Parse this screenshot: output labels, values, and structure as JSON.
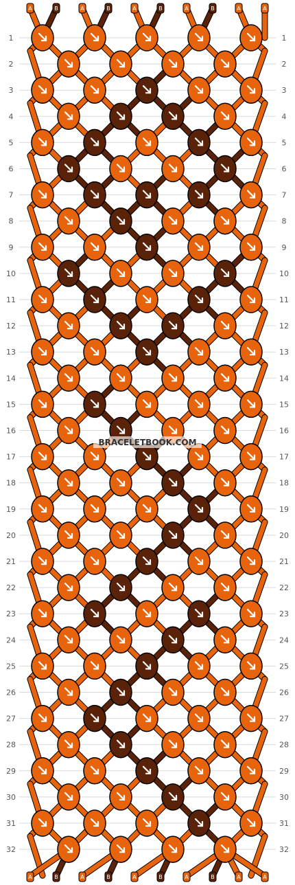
{
  "watermark": "BRACELETBOOK.COM",
  "strand_labels": [
    "A",
    "B",
    "A",
    "B",
    "A",
    "B",
    "A",
    "B",
    "A",
    "A"
  ],
  "colors": {
    "A": "#e8640c",
    "B": "#5a2208",
    "outline": "#000000",
    "background": "#ffffff"
  },
  "knot_icon": "arrow-knot-icon",
  "row_numbers": [
    "1",
    "2",
    "3",
    "4",
    "5",
    "6",
    "7",
    "8",
    "9",
    "10",
    "11",
    "12",
    "13",
    "14",
    "15",
    "16",
    "17",
    "18",
    "19",
    "20",
    "21",
    "22",
    "23",
    "24",
    "25",
    "26",
    "27",
    "28",
    "29",
    "30",
    "31",
    "32"
  ],
  "rows": [
    {
      "row": "1",
      "knots": [
        "A",
        "A",
        "A",
        "A",
        "A"
      ]
    },
    {
      "row": "2",
      "knots": [
        "A",
        "A",
        "A",
        "A"
      ]
    },
    {
      "row": "3",
      "knots": [
        "A",
        "A",
        "B",
        "A",
        "A"
      ]
    },
    {
      "row": "4",
      "knots": [
        "A",
        "B",
        "B",
        "A"
      ]
    },
    {
      "row": "5",
      "knots": [
        "A",
        "B",
        "A",
        "B",
        "A"
      ]
    },
    {
      "row": "6",
      "knots": [
        "B",
        "A",
        "A",
        "B"
      ]
    },
    {
      "row": "7",
      "knots": [
        "A",
        "B",
        "B",
        "B",
        "A"
      ]
    },
    {
      "row": "8",
      "knots": [
        "A",
        "B",
        "A",
        "A"
      ]
    },
    {
      "row": "9",
      "knots": [
        "A",
        "A",
        "B",
        "A",
        "A"
      ]
    },
    {
      "row": "10",
      "knots": [
        "B",
        "A",
        "A",
        "B"
      ]
    },
    {
      "row": "11",
      "knots": [
        "A",
        "B",
        "A",
        "B",
        "A"
      ]
    },
    {
      "row": "12",
      "knots": [
        "A",
        "B",
        "B",
        "A"
      ]
    },
    {
      "row": "13",
      "knots": [
        "A",
        "A",
        "B",
        "A",
        "A"
      ]
    },
    {
      "row": "14",
      "knots": [
        "A",
        "A",
        "A",
        "A"
      ]
    },
    {
      "row": "15",
      "knots": [
        "A",
        "B",
        "A",
        "A",
        "A"
      ]
    },
    {
      "row": "16",
      "knots": [
        "A",
        "B",
        "A",
        "A"
      ]
    },
    {
      "row": "17",
      "knots": [
        "A",
        "A",
        "B",
        "A",
        "A"
      ]
    },
    {
      "row": "18",
      "knots": [
        "A",
        "A",
        "B",
        "A"
      ]
    },
    {
      "row": "19",
      "knots": [
        "A",
        "A",
        "A",
        "B",
        "A"
      ]
    },
    {
      "row": "20",
      "knots": [
        "A",
        "A",
        "B",
        "A"
      ]
    },
    {
      "row": "21",
      "knots": [
        "A",
        "A",
        "B",
        "A",
        "A"
      ]
    },
    {
      "row": "22",
      "knots": [
        "A",
        "B",
        "A",
        "A"
      ]
    },
    {
      "row": "23",
      "knots": [
        "A",
        "B",
        "A",
        "B",
        "A"
      ]
    },
    {
      "row": "24",
      "knots": [
        "A",
        "A",
        "B",
        "A"
      ]
    },
    {
      "row": "25",
      "knots": [
        "A",
        "A",
        "B",
        "A",
        "A"
      ]
    },
    {
      "row": "26",
      "knots": [
        "A",
        "B",
        "A",
        "A"
      ]
    },
    {
      "row": "27",
      "knots": [
        "A",
        "B",
        "A",
        "A",
        "A"
      ]
    },
    {
      "row": "28",
      "knots": [
        "A",
        "B",
        "A",
        "A"
      ]
    },
    {
      "row": "29",
      "knots": [
        "A",
        "A",
        "B",
        "A",
        "A"
      ]
    },
    {
      "row": "30",
      "knots": [
        "A",
        "A",
        "B",
        "A"
      ]
    },
    {
      "row": "31",
      "knots": [
        "A",
        "A",
        "A",
        "B",
        "A"
      ]
    },
    {
      "row": "32",
      "knots": [
        "A",
        "A",
        "A",
        "A"
      ]
    }
  ]
}
